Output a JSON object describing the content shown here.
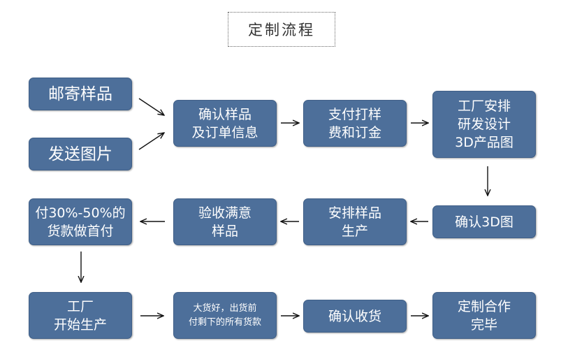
{
  "title": "定制流程",
  "steps": {
    "mail_samples": "邮寄样品",
    "send_pictures": "发送图片",
    "confirm_samples": "确认样品\n及订单信息",
    "pay_sample_fee": "支付打样\n费和订金",
    "factory_design": "工厂安排\n研发设计\n3D产品图",
    "confirm_3d": "确认3D图",
    "arrange_production": "安排样品\n生产",
    "inspect_samples": "验收满意\n样品",
    "pay_deposit": "付30%-50%的\n货款做首付",
    "start_production": "工厂\n开始生产",
    "pay_balance": "大货好，出货前\n付剩下的所有货款",
    "confirm_receipt": "确认收货",
    "complete": "定制合作\n完毕"
  }
}
